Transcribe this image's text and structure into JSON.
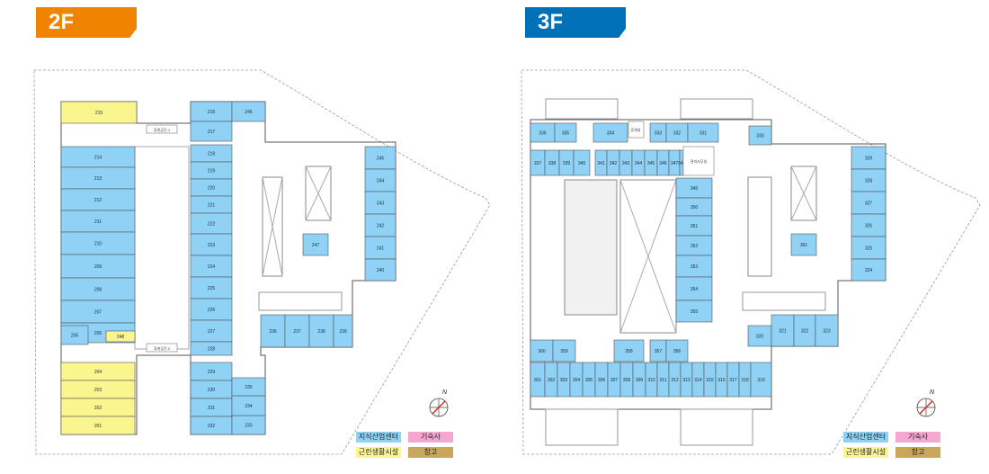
{
  "floors": [
    {
      "label": "2F",
      "tab_color": "#f08300",
      "labels": {
        "rest_area_1": "휴게공간-1",
        "rest_area_2": "휴게공간-2"
      },
      "units_blue": [
        "216",
        "217",
        "246",
        "218",
        "219",
        "220",
        "221",
        "222",
        "223",
        "224",
        "225",
        "226",
        "227",
        "228",
        "229",
        "230",
        "231",
        "232",
        "233",
        "234",
        "235",
        "214",
        "213",
        "212",
        "211",
        "210",
        "209",
        "208",
        "207",
        "206",
        "205",
        "245",
        "244",
        "243",
        "242",
        "241",
        "240",
        "236",
        "237",
        "238",
        "239",
        "247"
      ],
      "units_yellow": [
        "215",
        "248",
        "204",
        "203",
        "202",
        "201"
      ]
    },
    {
      "label": "3F",
      "tab_color": "#0070b8",
      "labels": {
        "rest_area": "휴게실",
        "office": "관리사무실"
      },
      "units_blue": [
        "336",
        "335",
        "334",
        "333",
        "332",
        "331",
        "330",
        "337",
        "338",
        "339",
        "340",
        "341",
        "342",
        "343",
        "344",
        "345",
        "346",
        "347",
        "348",
        "349",
        "350",
        "351",
        "352",
        "353",
        "354",
        "355",
        "329",
        "328",
        "327",
        "326",
        "325",
        "324",
        "361",
        "320",
        "321",
        "322",
        "323",
        "360",
        "359",
        "358",
        "357",
        "356",
        "301",
        "302",
        "303",
        "304",
        "305",
        "306",
        "307",
        "308",
        "309",
        "310",
        "311",
        "312",
        "313",
        "314",
        "315",
        "316",
        "317",
        "318",
        "319"
      ],
      "units_yellow": []
    }
  ],
  "legend": [
    {
      "label": "지식산업센터",
      "color": "#8fd2f5"
    },
    {
      "label": "기숙사",
      "color": "#f4a8cf"
    },
    {
      "label": "근린생활시설",
      "color": "#fbf58f"
    },
    {
      "label": "창고",
      "color": "#c9a75a"
    }
  ],
  "compass": {
    "label": "N"
  },
  "colors": {
    "blue_unit": "#8fd2f5",
    "yellow_unit": "#fbf58f",
    "outline": "#555555"
  }
}
